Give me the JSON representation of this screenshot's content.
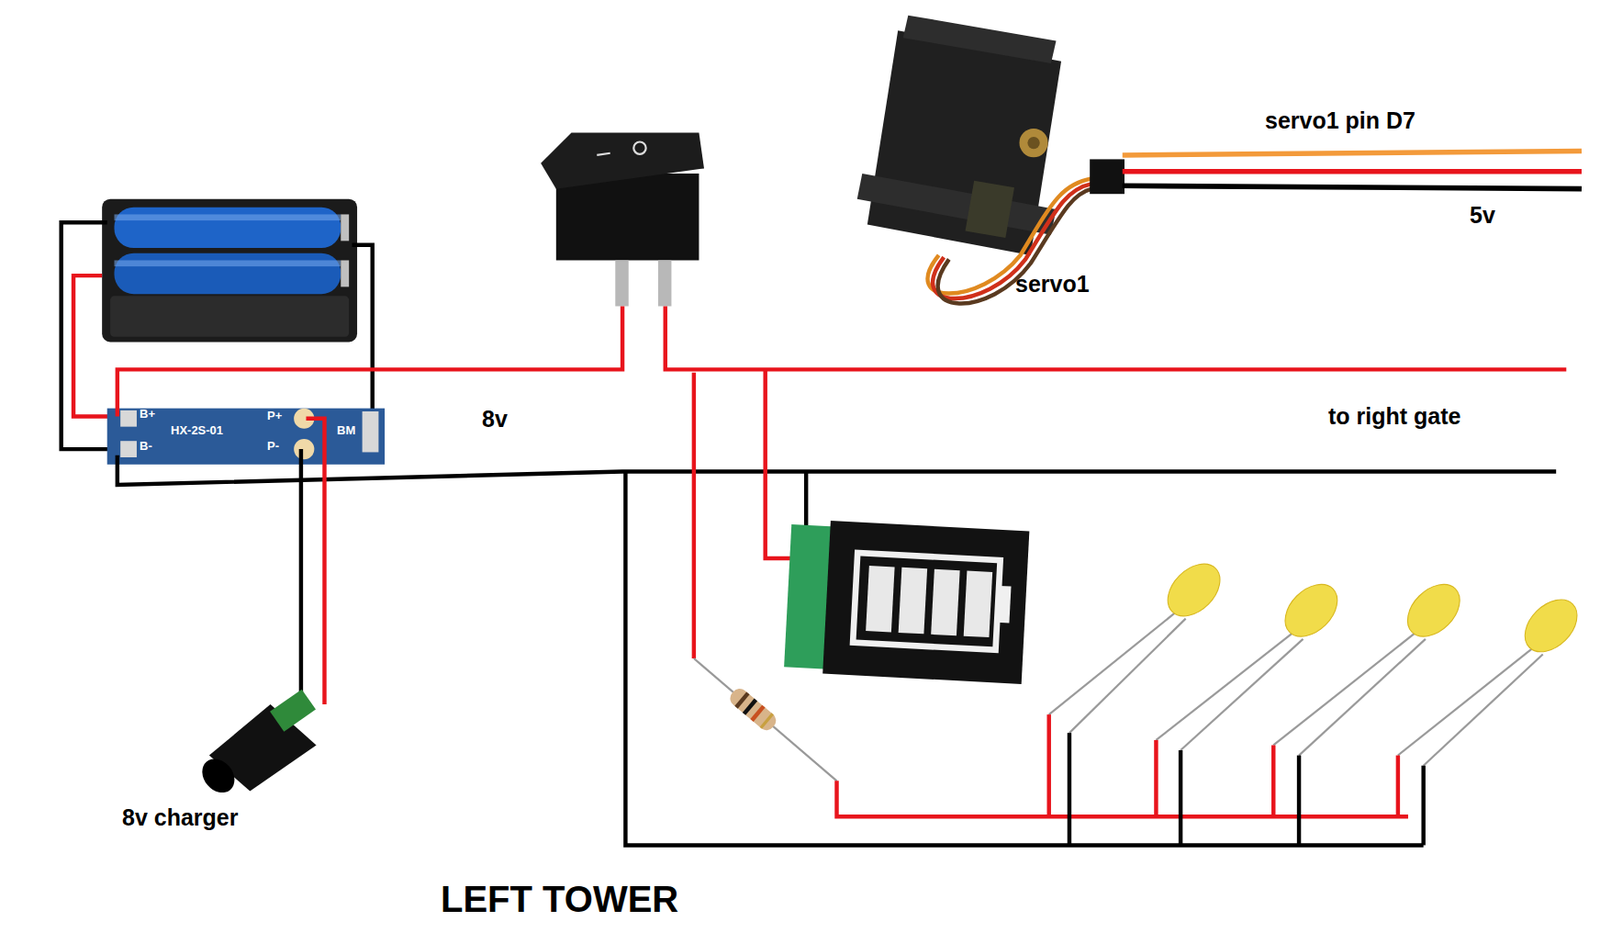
{
  "diagram": {
    "caption": "LEFT TOWER",
    "labels": [
      "servo1 pin D7",
      "5v",
      "servo1",
      "8v",
      "to right gate",
      "8v charger",
      "B+",
      "B-",
      "HX-2S-01",
      "P+",
      "P-",
      "BM"
    ]
  }
}
